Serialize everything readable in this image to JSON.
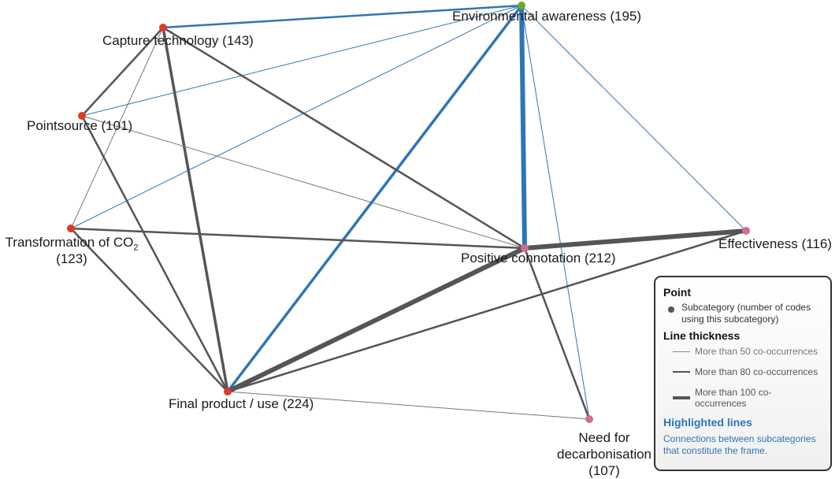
{
  "diagram": {
    "nodes": [
      {
        "id": "environmental-awareness",
        "label": "Environmental awareness (195)",
        "color": "#6aaa2a"
      },
      {
        "id": "capture-technology",
        "label": "Capture technology (143)",
        "color": "#dd3b25"
      },
      {
        "id": "pointsource",
        "label": "Pointsource (101)",
        "color": "#dd3b25"
      },
      {
        "id": "transformation-co2",
        "label_main": "Transformation of CO",
        "label_sub": "2",
        "label_count": "(123)",
        "color": "#dd3b25"
      },
      {
        "id": "positive-connotation",
        "label": "Positive connotation (212)",
        "color": "#d06c98"
      },
      {
        "id": "effectiveness",
        "label": "Effectiveness (116)",
        "color": "#d06c98"
      },
      {
        "id": "final-product",
        "label": "Final product / use (224)",
        "color": "#dd3b25"
      },
      {
        "id": "need-decarbonisation",
        "label_line1": "Need for",
        "label_line2": "decarbonisation",
        "label_line3": "(107)",
        "color": "#d06c98"
      }
    ],
    "edges": [
      {
        "from": "capture-technology",
        "to": "environmental-awareness",
        "weight": 2,
        "highlighted": true
      },
      {
        "from": "pointsource",
        "to": "environmental-awareness",
        "weight": 1,
        "highlighted": true
      },
      {
        "from": "transformation-co2",
        "to": "environmental-awareness",
        "weight": 1,
        "highlighted": true
      },
      {
        "from": "final-product",
        "to": "environmental-awareness",
        "weight": 3,
        "highlighted": true
      },
      {
        "from": "positive-connotation",
        "to": "environmental-awareness",
        "weight": 4,
        "highlighted": true
      },
      {
        "from": "need-decarbonisation",
        "to": "environmental-awareness",
        "weight": 1,
        "highlighted": true
      },
      {
        "from": "effectiveness",
        "to": "environmental-awareness",
        "weight": 1,
        "highlighted": true
      },
      {
        "from": "capture-technology",
        "to": "pointsource",
        "weight": 2,
        "highlighted": false
      },
      {
        "from": "capture-technology",
        "to": "transformation-co2",
        "weight": 1,
        "highlighted": false
      },
      {
        "from": "capture-technology",
        "to": "final-product",
        "weight": 3,
        "highlighted": false
      },
      {
        "from": "capture-technology",
        "to": "positive-connotation",
        "weight": 2,
        "highlighted": false
      },
      {
        "from": "pointsource",
        "to": "final-product",
        "weight": 2,
        "highlighted": false
      },
      {
        "from": "pointsource",
        "to": "positive-connotation",
        "weight": 1,
        "highlighted": false
      },
      {
        "from": "transformation-co2",
        "to": "positive-connotation",
        "weight": 2,
        "highlighted": false
      },
      {
        "from": "transformation-co2",
        "to": "final-product",
        "weight": 2,
        "highlighted": false
      },
      {
        "from": "positive-connotation",
        "to": "effectiveness",
        "weight": 4,
        "highlighted": false
      },
      {
        "from": "positive-connotation",
        "to": "final-product",
        "weight": 4,
        "highlighted": false
      },
      {
        "from": "positive-connotation",
        "to": "need-decarbonisation",
        "weight": 2,
        "highlighted": false
      },
      {
        "from": "effectiveness",
        "to": "final-product",
        "weight": 2,
        "highlighted": false
      },
      {
        "from": "final-product",
        "to": "need-decarbonisation",
        "weight": 1,
        "highlighted": false
      }
    ],
    "colors": {
      "highlight": "#2f75b5",
      "normal": "#555555"
    }
  },
  "legend": {
    "point_heading": "Point",
    "point_text": "Subcategory (number of codes using this subcategory)",
    "thickness_heading": "Line thickness",
    "thin_text": "More than 50 co-occurrences",
    "medium_text": "More than 80 co-occurrences",
    "thick_text": "More than 100 co-occurrences",
    "highlight_heading": "Highlighted lines",
    "highlight_text": "Connections between subcategories that constitute the frame."
  }
}
